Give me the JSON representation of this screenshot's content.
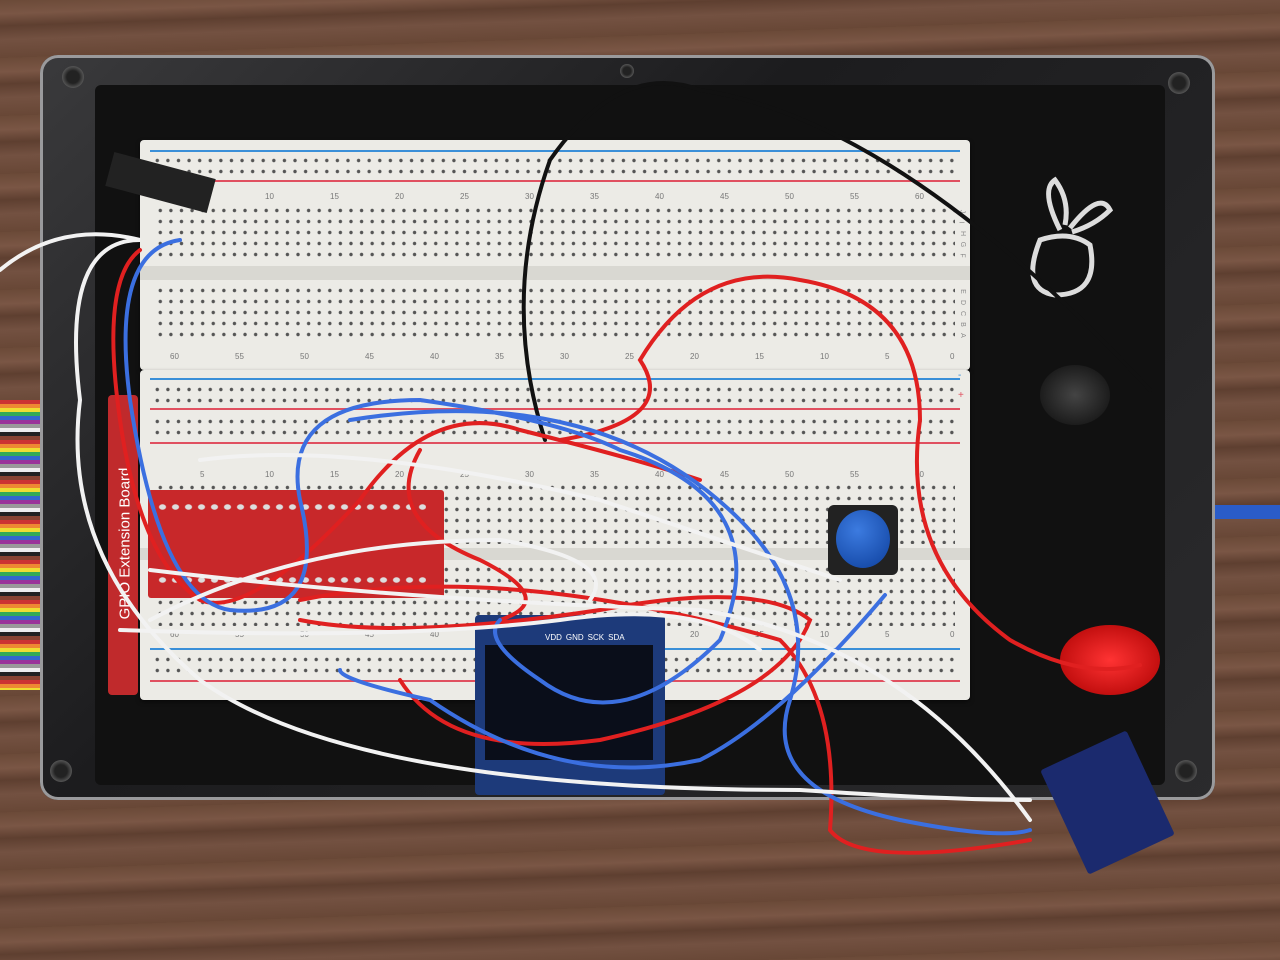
{
  "gpio_board": {
    "label": "GPIO Extension Board"
  },
  "oled": {
    "pins": [
      "VDD",
      "GND",
      "SCK",
      "SDA"
    ]
  },
  "breadboard": {
    "column_numbers": [
      "5",
      "10",
      "15",
      "20",
      "25",
      "30",
      "35",
      "40",
      "45",
      "50",
      "55",
      "60"
    ],
    "reversed_numbers": [
      "60",
      "55",
      "50",
      "45",
      "40",
      "35",
      "30",
      "25",
      "20",
      "15",
      "10",
      "5",
      "0"
    ],
    "row_letters_top": [
      "J",
      "I",
      "H",
      "G",
      "F"
    ],
    "row_letters_bottom": [
      "E",
      "D",
      "C",
      "B",
      "A"
    ],
    "rail_plus": "+",
    "rail_minus": "-"
  },
  "colors": {
    "wire_red": "#e02020",
    "wire_blue": "#3b6fe0",
    "wire_white": "#f2f2f2",
    "wire_black": "#111111"
  }
}
